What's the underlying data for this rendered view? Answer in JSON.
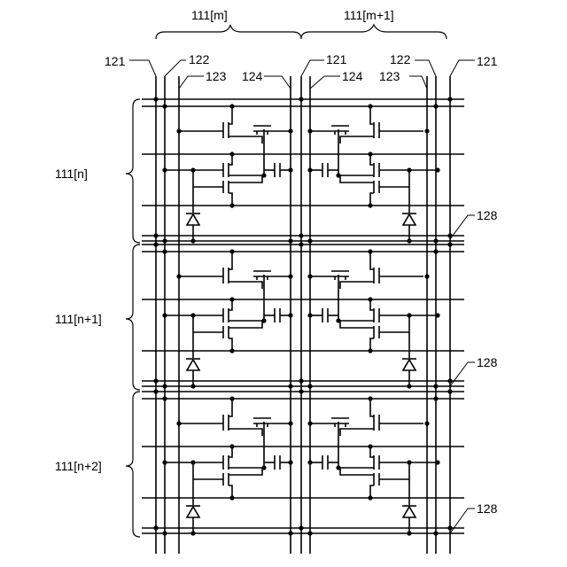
{
  "column_labels": [
    "111[m]",
    "111[m+1]"
  ],
  "row_labels": [
    "111[n]",
    "111[n+1]",
    "111[n+2]"
  ],
  "line_labels": {
    "l121": "121",
    "l122": "122",
    "l123": "123",
    "l124": "124",
    "l128": "128"
  },
  "colors": {
    "line": "#000000",
    "background": "#ffffff"
  }
}
